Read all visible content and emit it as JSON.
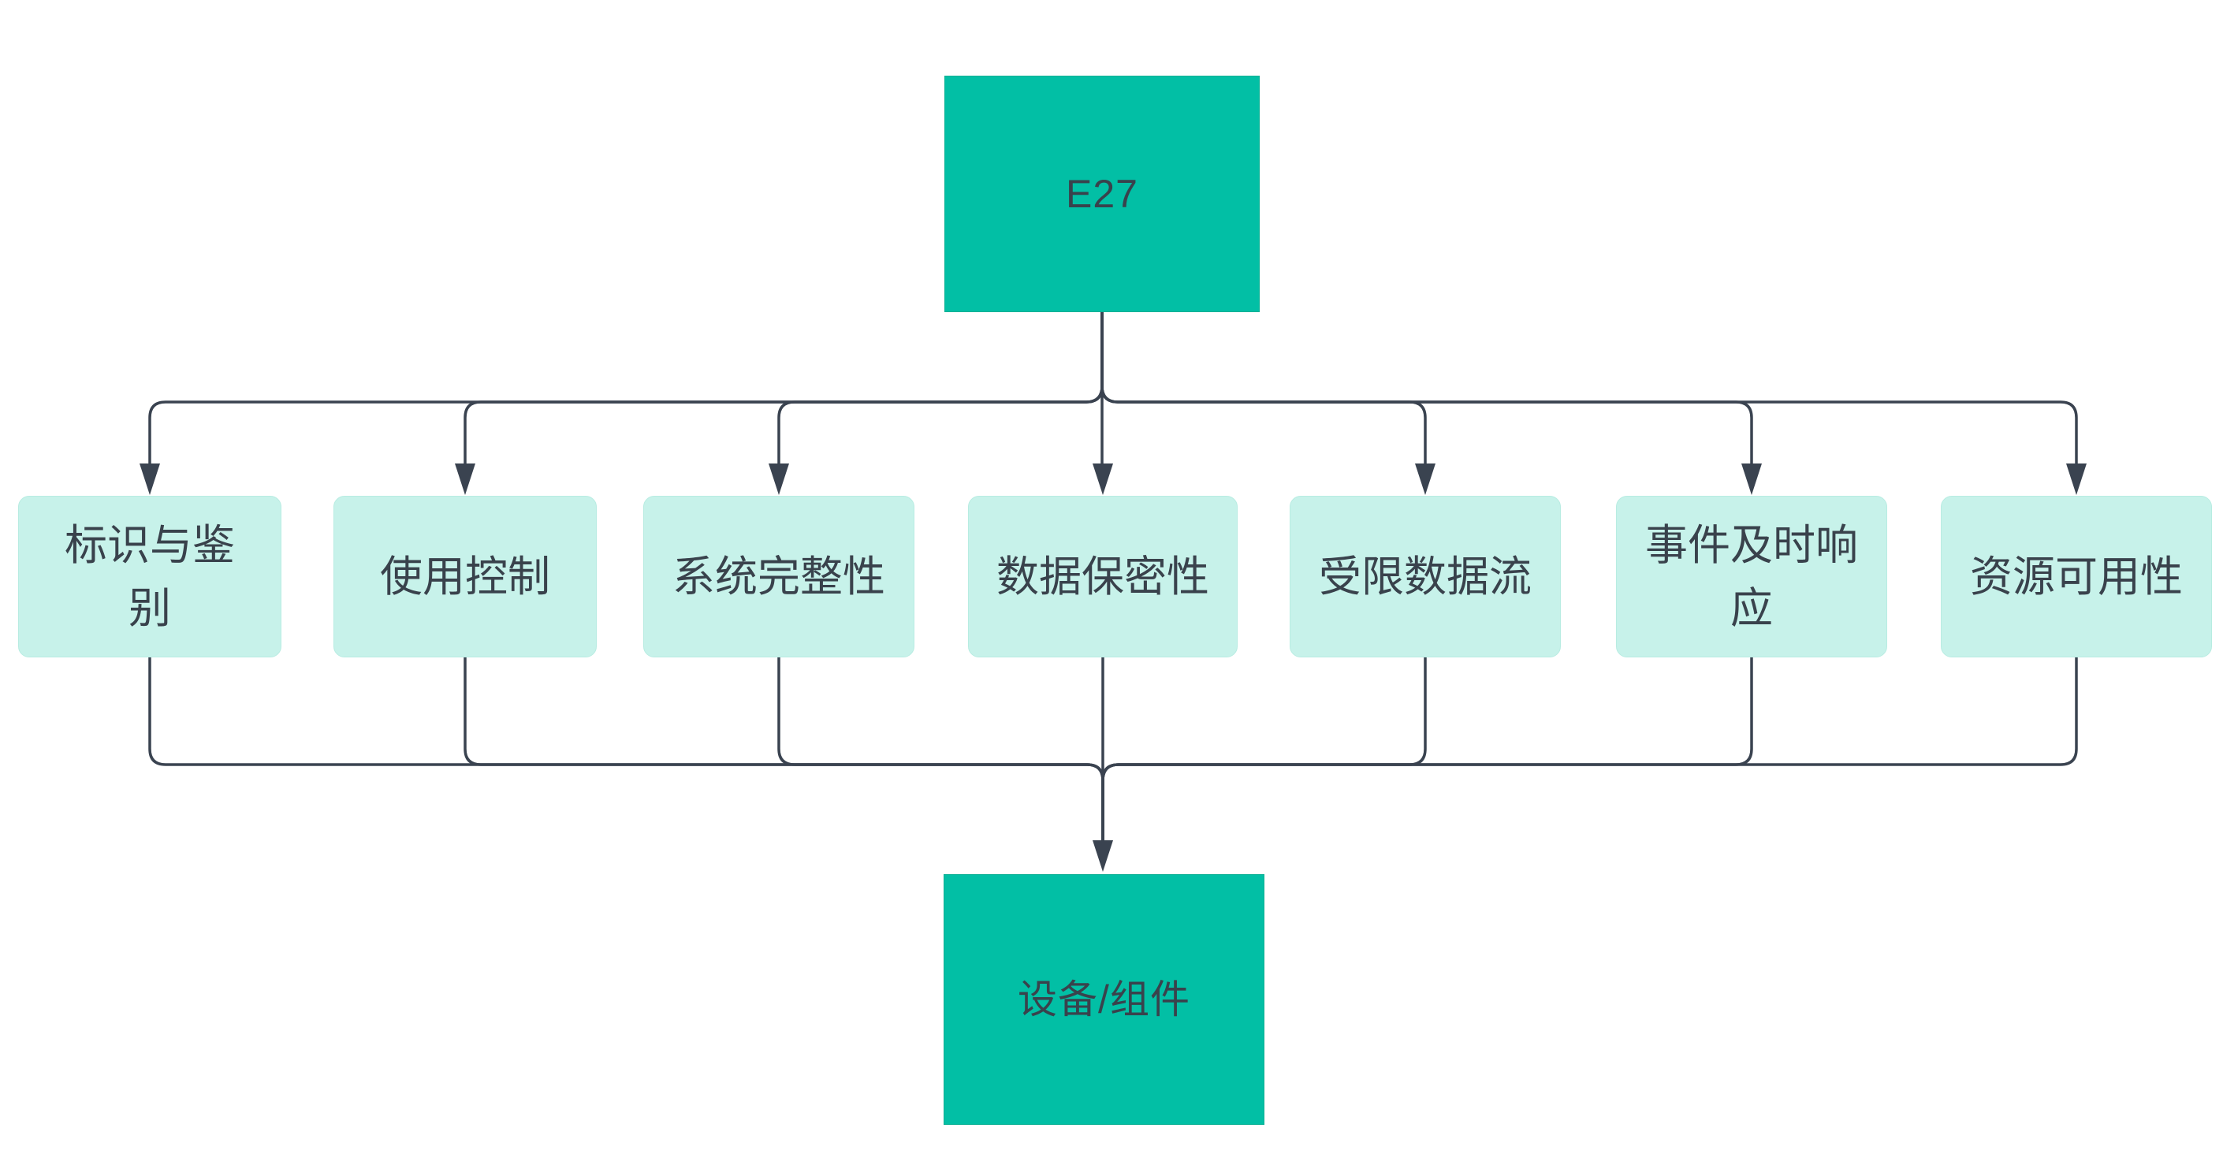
{
  "diagram": {
    "type": "flowchart-top-down",
    "root": {
      "label": "E27"
    },
    "requirements": [
      {
        "label": "标识与鉴别",
        "lines": [
          "标识与鉴",
          "别"
        ]
      },
      {
        "label": "使用控制",
        "lines": [
          "使用控制"
        ]
      },
      {
        "label": "系统完整性",
        "lines": [
          "系统完整性"
        ]
      },
      {
        "label": "数据保密性",
        "lines": [
          "数据保密性"
        ]
      },
      {
        "label": "受限数据流",
        "lines": [
          "受限数据流"
        ]
      },
      {
        "label": "事件及时响应",
        "lines": [
          "事件及时响",
          "应"
        ]
      },
      {
        "label": "资源可用性",
        "lines": [
          "资源可用性"
        ]
      }
    ],
    "target": {
      "label": "设备/组件"
    },
    "colors": {
      "primary_node_fill": "#02bfa5",
      "primary_node_border": "#0ab094",
      "secondary_node_fill": "#c7f2ea",
      "secondary_node_border": "#b8ece2",
      "edge": "#3a4350",
      "text": "#39424c",
      "background": "#ffffff"
    }
  }
}
